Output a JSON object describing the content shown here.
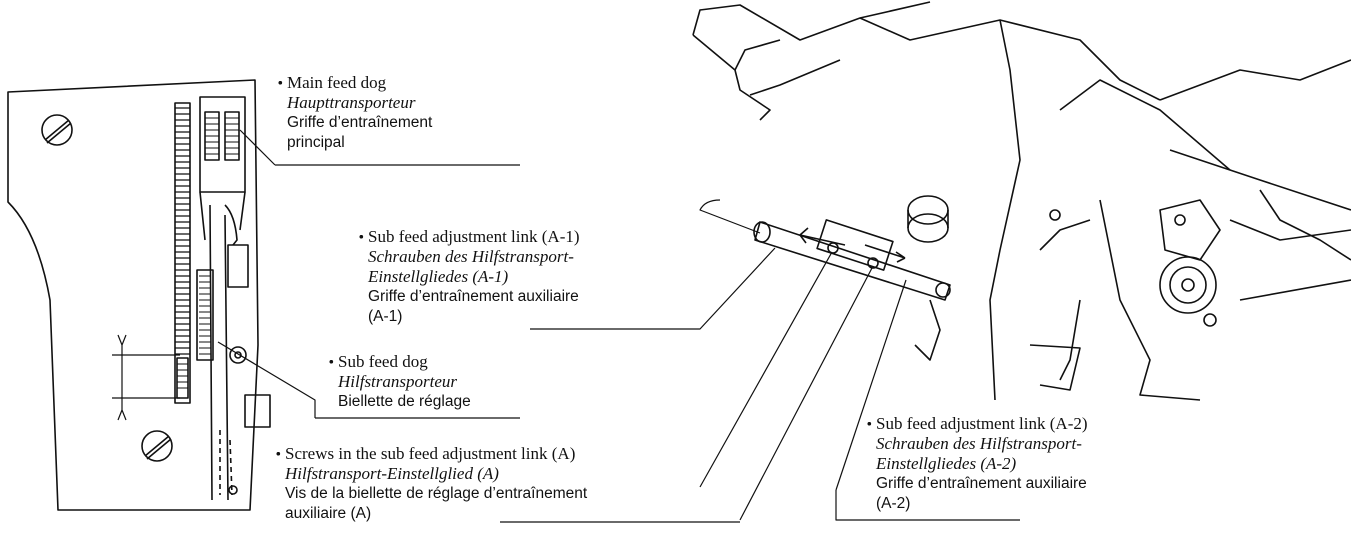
{
  "labels": {
    "main_feed_dog": {
      "en": "Main feed dog",
      "de": "Haupttransporteur",
      "fr_1": "Griffe d’entraînement",
      "fr_2": "principal"
    },
    "sub_link_a1": {
      "en": "Sub feed adjustment link (A-1)",
      "de_1": "Schrauben des Hilfstransport-",
      "de_2": "Einstellgliedes (A-1)",
      "fr_1": "Griffe d’entraînement auxiliaire",
      "fr_2": "(A-1)"
    },
    "sub_feed_dog": {
      "en": "Sub feed dog",
      "de": "Hilfstransporteur",
      "fr": "Biellette de réglage"
    },
    "screws_link_a": {
      "en": "Screws in the sub feed adjustment link (A)",
      "de": "Hilfstransport-Einstellglied (A)",
      "fr_1": "Vis de la biellette de réglage d’entraînement",
      "fr_2": "auxiliaire (A)"
    },
    "sub_link_a2": {
      "en": "Sub feed adjustment link (A-2)",
      "de_1": "Schrauben des Hilfstransport-",
      "de_2": "Einstellgliedes (A-2)",
      "fr_1": "Griffe d’entraînement auxiliaire",
      "fr_2": "(A-2)"
    }
  },
  "colors": {
    "ink": "#111111",
    "background": "#ffffff"
  }
}
